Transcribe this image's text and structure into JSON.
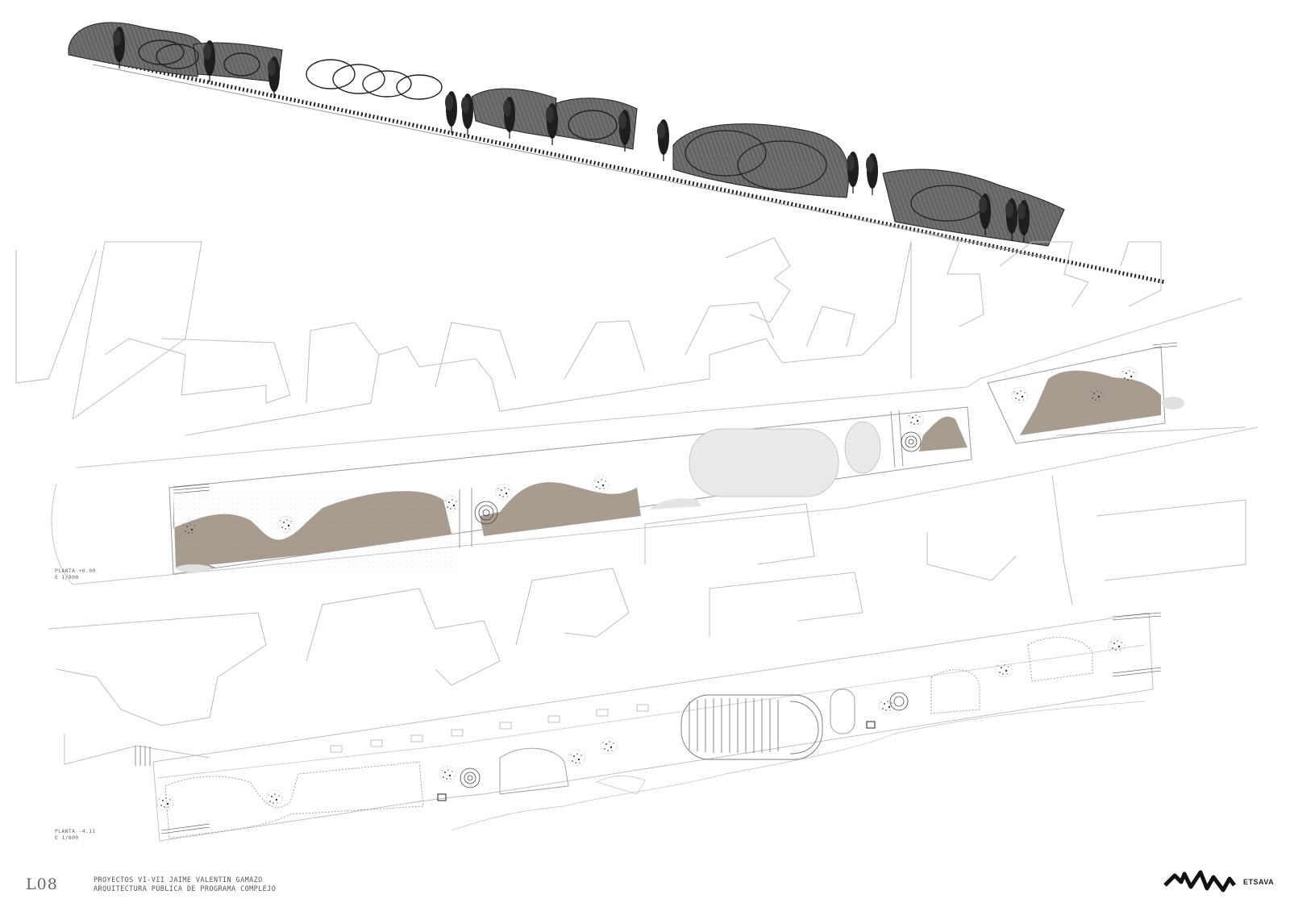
{
  "sheet": {
    "code": "L08",
    "project_line1": "PROYECTOS VI-VII JAIME VALENTIN GAMAZO",
    "project_line2": "ARQUITECTURA PÚBLICA DE PROGRAMA COMPLEJO",
    "logo_text": "ETSAVA"
  },
  "plans": [
    {
      "name": "PLANTA +0.00",
      "scale": "E 1/800"
    },
    {
      "name": "PLANTA -4.11",
      "scale": "E 1/800"
    }
  ],
  "colors": {
    "landscape_fill": "#a89c91",
    "line": "#bbbbbb",
    "ink": "#222222",
    "canopy": "#3a3a3a"
  },
  "icons": [
    "etsava-logo-icon",
    "tree-icon",
    "stair-icon"
  ]
}
